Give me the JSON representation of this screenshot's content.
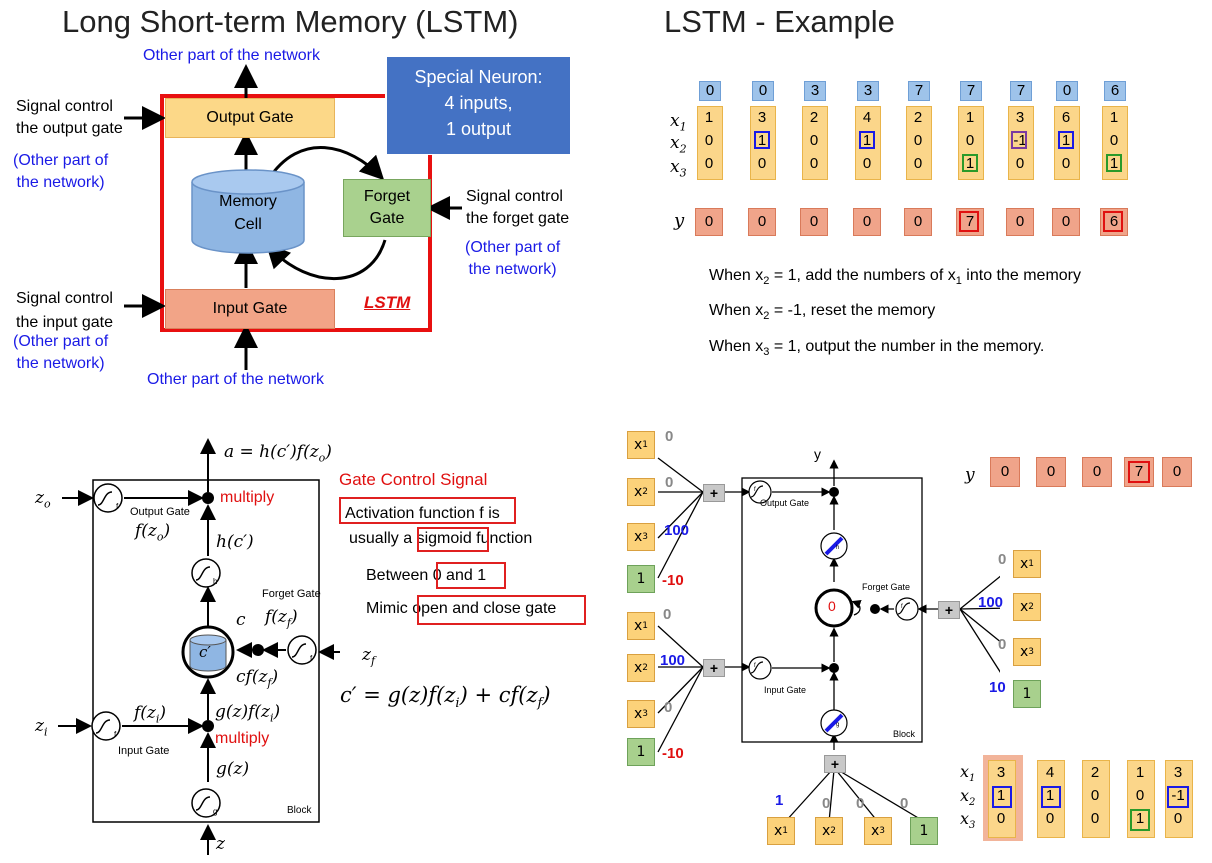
{
  "tl": {
    "title": "Long Short-term Memory (LSTM)",
    "other_top": "Other part of the network",
    "other_bottom": "Other part of the network",
    "sig_output_1": "Signal control",
    "sig_output_2": "the output gate",
    "sig_output_other_1": "(Other part of",
    "sig_output_other_2": "the network)",
    "sig_input_1": "Signal control",
    "sig_input_2": "the input gate",
    "sig_input_other_1": "(Other part of",
    "sig_input_other_2": "the network)",
    "sig_forget_1": "Signal control",
    "sig_forget_2": "the forget gate",
    "sig_forget_other_1": "(Other part of",
    "sig_forget_other_2": "the network)",
    "output_gate": "Output Gate",
    "input_gate": "Input Gate",
    "forget_gate_1": "Forget",
    "forget_gate_2": "Gate",
    "memory_1": "Memory",
    "memory_2": "Cell",
    "lstm_label": "LSTM",
    "neuron_1": "Special Neuron:",
    "neuron_2": "4 inputs,",
    "neuron_3": "1 output"
  },
  "tr": {
    "title": "LSTM - Example",
    "headers": [
      "0",
      "0",
      "3",
      "3",
      "7",
      "7",
      "7",
      "0",
      "6"
    ],
    "x1": [
      "1",
      "3",
      "2",
      "4",
      "2",
      "1",
      "3",
      "6",
      "1"
    ],
    "x2": [
      "0",
      "1",
      "0",
      "1",
      "0",
      "0",
      "-1",
      "1",
      "0"
    ],
    "x3": [
      "0",
      "0",
      "0",
      "0",
      "0",
      "1",
      "0",
      "0",
      "1"
    ],
    "y": [
      "0",
      "0",
      "0",
      "0",
      "0",
      "7",
      "0",
      "0",
      "6"
    ],
    "row_x1": "x",
    "row_x2": "x",
    "row_x3": "x",
    "row_y": "y",
    "rule1_a": "When x",
    "rule1_b": " = 1, add the numbers of x",
    "rule1_c": " into the memory",
    "rule2_a": "When x",
    "rule2_b": " = -1, reset the memory",
    "rule3_a": "When x",
    "rule3_b": " = 1, output the number in the memory.",
    "sub1": "1",
    "sub2": "2",
    "sub3": "3"
  },
  "bl": {
    "a_eq": "a = h(c′)f(z",
    "a_eq_sub": "o",
    "a_eq_end": ")",
    "multiply_top": "multiply",
    "multiply_bottom": "multiply",
    "gate_control": "Gate Control Signal",
    "act_1": "Activation function f is",
    "act_2": "usually a sigmoid function",
    "between": "Between 0 and 1",
    "mimic": "Mimic open and close gate",
    "c_eq": "c′ = g(z)f(z",
    "c_eq_sub": "i",
    "c_eq_mid": ") + cf(z",
    "c_eq_sub2": "f",
    "c_eq_end": ")",
    "zo": "z",
    "zo_sub": "o",
    "zi": "z",
    "zi_sub": "i",
    "zf": "z",
    "zf_sub": "f",
    "z": "z",
    "fzo": "f(z",
    "fzo_sub": "o",
    "fzi": "f(z",
    "fzi_sub": "i",
    "fzf": "f(z",
    "fzf_sub": "f",
    "hc": "h(c′)",
    "c": "c",
    "cprime": "c′",
    "cfzf": "cf(z",
    "cfzf_sub": "f",
    "gzfzi": "g(z)f(z",
    "gzfzi_sub": "i",
    "gz": "g(z)",
    "output_gate": "Output Gate",
    "input_gate": "Input Gate",
    "forget_gate": "Forget Gate",
    "block": "Block",
    "f": "f",
    "h": "h",
    "g": "g"
  },
  "br": {
    "y_label": "y",
    "y_vals": [
      "0",
      "0",
      "0",
      "7",
      "0"
    ],
    "out_in": [
      "x1",
      "x2",
      "x3",
      "1"
    ],
    "out_w": [
      "0",
      "0",
      "100",
      "-10"
    ],
    "in_w": [
      "0",
      "100",
      "0",
      "-10"
    ],
    "forget_w": [
      "0",
      "100",
      "0",
      "10"
    ],
    "bottom_w": [
      "1",
      "0",
      "0",
      "0"
    ],
    "memory_value": "0",
    "plus": "+",
    "output_gate": "Output Gate",
    "input_gate": "Input Gate",
    "forget_gate": "Forget Gate",
    "block": "Block",
    "y_top": "y",
    "x1": [
      "3",
      "4",
      "2",
      "1",
      "3"
    ],
    "x2": [
      "1",
      "1",
      "0",
      "0",
      "-1"
    ],
    "x3": [
      "0",
      "0",
      "0",
      "1",
      "0"
    ],
    "row_x": "x",
    "one": "1",
    "sub1": "1",
    "sub2": "2",
    "sub3": "3",
    "f": "f",
    "h": "h",
    "g": "g"
  }
}
